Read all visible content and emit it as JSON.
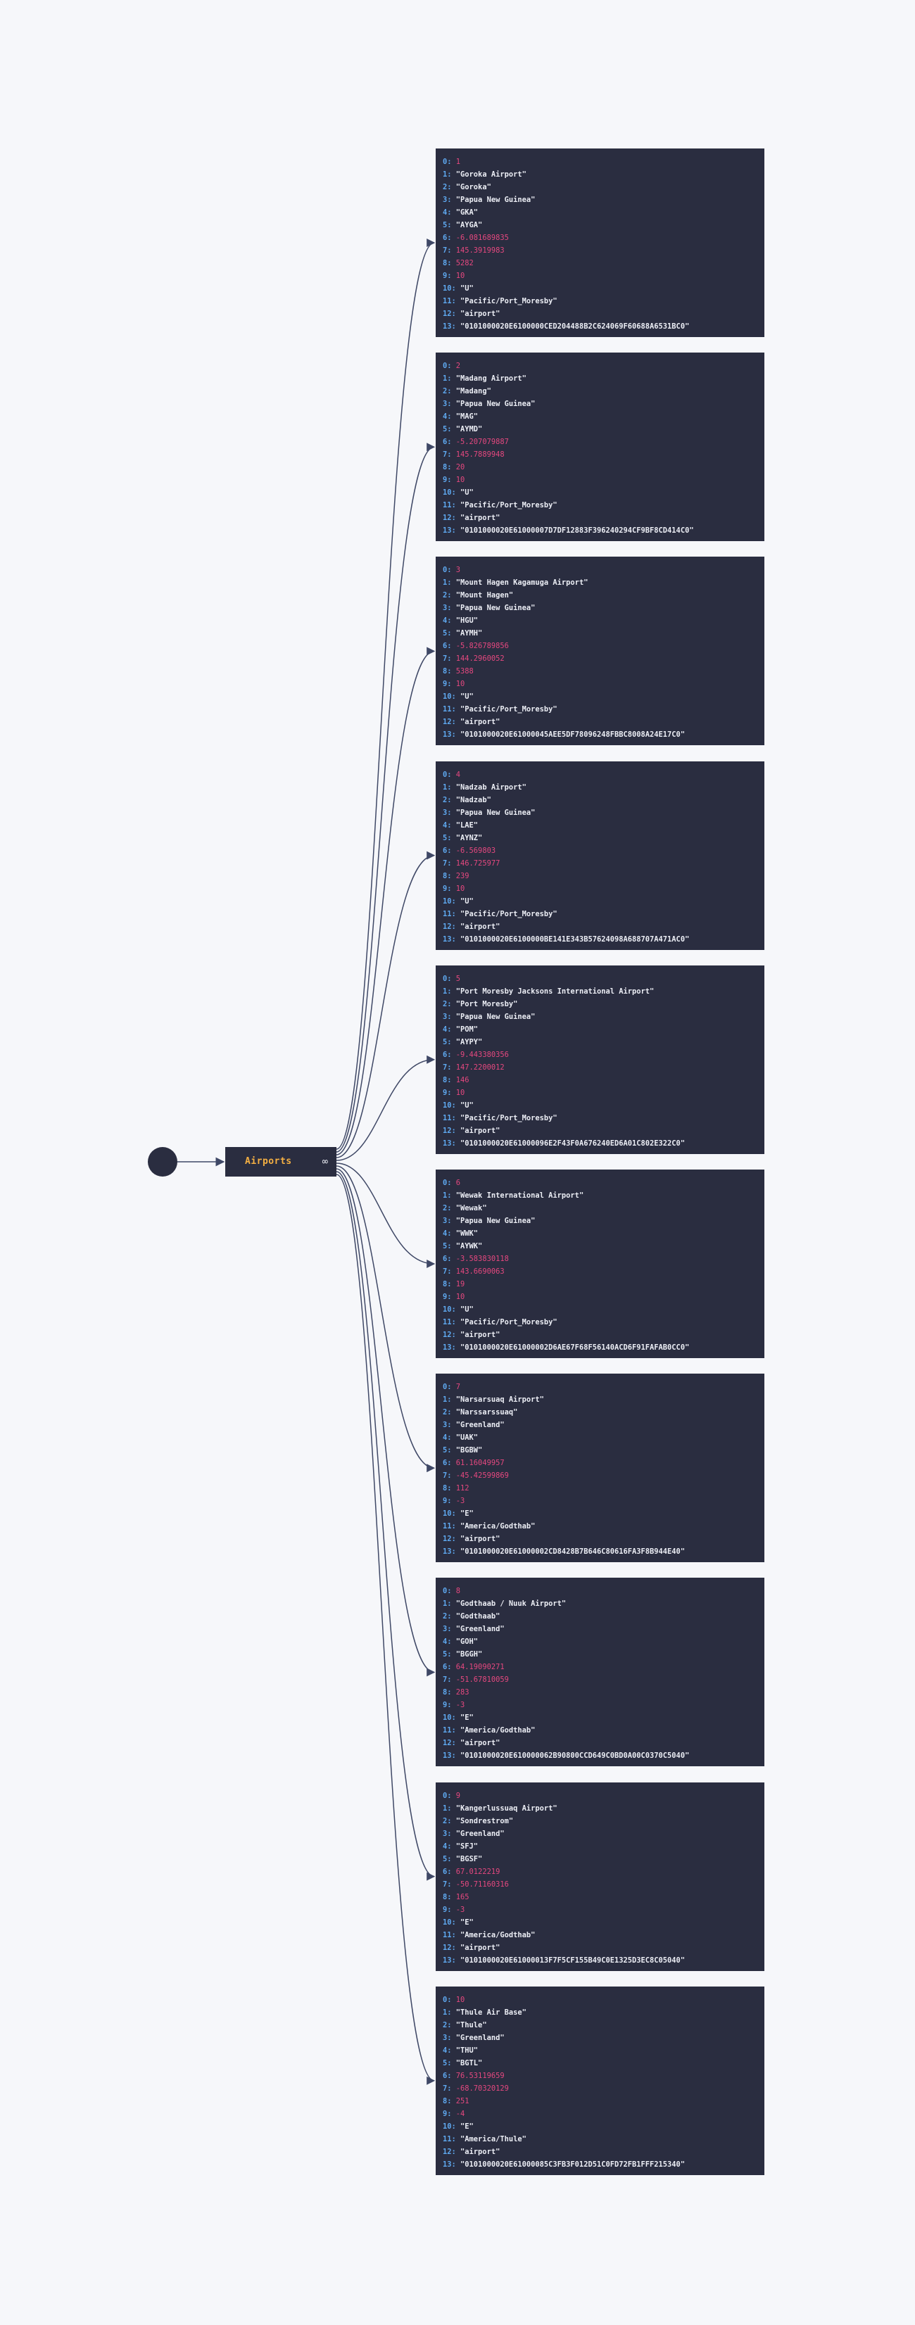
{
  "root_node": {
    "label": "Airports",
    "icon": "infinity-icon",
    "icon_glyph": "∞"
  },
  "colors": {
    "background": "#f6f7fa",
    "node": "#2a2d40",
    "edge": "#3f4866",
    "table_label": "#f5b043",
    "key": "#5fa9f0",
    "string": "#eceef5",
    "number": "#e5487f"
  },
  "records": [
    {
      "rows": [
        {
          "k": "0",
          "v": "1",
          "t": "num"
        },
        {
          "k": "1",
          "v": "\"Goroka Airport\"",
          "t": "str"
        },
        {
          "k": "2",
          "v": "\"Goroka\"",
          "t": "str"
        },
        {
          "k": "3",
          "v": "\"Papua New Guinea\"",
          "t": "str"
        },
        {
          "k": "4",
          "v": "\"GKA\"",
          "t": "str"
        },
        {
          "k": "5",
          "v": "\"AYGA\"",
          "t": "str"
        },
        {
          "k": "6",
          "v": "-6.081689835",
          "t": "num"
        },
        {
          "k": "7",
          "v": "145.3919983",
          "t": "num"
        },
        {
          "k": "8",
          "v": "5282",
          "t": "num"
        },
        {
          "k": "9",
          "v": "10",
          "t": "num"
        },
        {
          "k": "10",
          "v": "\"U\"",
          "t": "str"
        },
        {
          "k": "11",
          "v": "\"Pacific/Port_Moresby\"",
          "t": "str"
        },
        {
          "k": "12",
          "v": "\"airport\"",
          "t": "str"
        },
        {
          "k": "13",
          "v": "\"0101000020E6100000CED204488B2C624069F60688A6531BC0\"",
          "t": "str"
        }
      ]
    },
    {
      "rows": [
        {
          "k": "0",
          "v": "2",
          "t": "num"
        },
        {
          "k": "1",
          "v": "\"Madang Airport\"",
          "t": "str"
        },
        {
          "k": "2",
          "v": "\"Madang\"",
          "t": "str"
        },
        {
          "k": "3",
          "v": "\"Papua New Guinea\"",
          "t": "str"
        },
        {
          "k": "4",
          "v": "\"MAG\"",
          "t": "str"
        },
        {
          "k": "5",
          "v": "\"AYMD\"",
          "t": "str"
        },
        {
          "k": "6",
          "v": "-5.207079887",
          "t": "num"
        },
        {
          "k": "7",
          "v": "145.7889948",
          "t": "num"
        },
        {
          "k": "8",
          "v": "20",
          "t": "num"
        },
        {
          "k": "9",
          "v": "10",
          "t": "num"
        },
        {
          "k": "10",
          "v": "\"U\"",
          "t": "str"
        },
        {
          "k": "11",
          "v": "\"Pacific/Port_Moresby\"",
          "t": "str"
        },
        {
          "k": "12",
          "v": "\"airport\"",
          "t": "str"
        },
        {
          "k": "13",
          "v": "\"0101000020E61000007D7DF12883F396240294CF9BF8CD414C0\"",
          "t": "str"
        }
      ]
    },
    {
      "rows": [
        {
          "k": "0",
          "v": "3",
          "t": "num"
        },
        {
          "k": "1",
          "v": "\"Mount Hagen Kagamuga Airport\"",
          "t": "str"
        },
        {
          "k": "2",
          "v": "\"Mount Hagen\"",
          "t": "str"
        },
        {
          "k": "3",
          "v": "\"Papua New Guinea\"",
          "t": "str"
        },
        {
          "k": "4",
          "v": "\"HGU\"",
          "t": "str"
        },
        {
          "k": "5",
          "v": "\"AYMH\"",
          "t": "str"
        },
        {
          "k": "6",
          "v": "-5.826789856",
          "t": "num"
        },
        {
          "k": "7",
          "v": "144.2960052",
          "t": "num"
        },
        {
          "k": "8",
          "v": "5388",
          "t": "num"
        },
        {
          "k": "9",
          "v": "10",
          "t": "num"
        },
        {
          "k": "10",
          "v": "\"U\"",
          "t": "str"
        },
        {
          "k": "11",
          "v": "\"Pacific/Port_Moresby\"",
          "t": "str"
        },
        {
          "k": "12",
          "v": "\"airport\"",
          "t": "str"
        },
        {
          "k": "13",
          "v": "\"0101000020E61000045AEE5DF78096248FBBC8008A24E17C0\"",
          "t": "str"
        }
      ]
    },
    {
      "rows": [
        {
          "k": "0",
          "v": "4",
          "t": "num"
        },
        {
          "k": "1",
          "v": "\"Nadzab Airport\"",
          "t": "str"
        },
        {
          "k": "2",
          "v": "\"Nadzab\"",
          "t": "str"
        },
        {
          "k": "3",
          "v": "\"Papua New Guinea\"",
          "t": "str"
        },
        {
          "k": "4",
          "v": "\"LAE\"",
          "t": "str"
        },
        {
          "k": "5",
          "v": "\"AYNZ\"",
          "t": "str"
        },
        {
          "k": "6",
          "v": "-6.569803",
          "t": "num"
        },
        {
          "k": "7",
          "v": "146.725977",
          "t": "num"
        },
        {
          "k": "8",
          "v": "239",
          "t": "num"
        },
        {
          "k": "9",
          "v": "10",
          "t": "num"
        },
        {
          "k": "10",
          "v": "\"U\"",
          "t": "str"
        },
        {
          "k": "11",
          "v": "\"Pacific/Port_Moresby\"",
          "t": "str"
        },
        {
          "k": "12",
          "v": "\"airport\"",
          "t": "str"
        },
        {
          "k": "13",
          "v": "\"0101000020E6100000BE141E343B57624098A688707A471AC0\"",
          "t": "str"
        }
      ]
    },
    {
      "rows": [
        {
          "k": "0",
          "v": "5",
          "t": "num"
        },
        {
          "k": "1",
          "v": "\"Port Moresby Jacksons International Airport\"",
          "t": "str"
        },
        {
          "k": "2",
          "v": "\"Port Moresby\"",
          "t": "str"
        },
        {
          "k": "3",
          "v": "\"Papua New Guinea\"",
          "t": "str"
        },
        {
          "k": "4",
          "v": "\"POM\"",
          "t": "str"
        },
        {
          "k": "5",
          "v": "\"AYPY\"",
          "t": "str"
        },
        {
          "k": "6",
          "v": "-9.443380356",
          "t": "num"
        },
        {
          "k": "7",
          "v": "147.2200012",
          "t": "num"
        },
        {
          "k": "8",
          "v": "146",
          "t": "num"
        },
        {
          "k": "9",
          "v": "10",
          "t": "num"
        },
        {
          "k": "10",
          "v": "\"U\"",
          "t": "str"
        },
        {
          "k": "11",
          "v": "\"Pacific/Port_Moresby\"",
          "t": "str"
        },
        {
          "k": "12",
          "v": "\"airport\"",
          "t": "str"
        },
        {
          "k": "13",
          "v": "\"0101000020E61000096E2F43F0A676240ED6A01C802E322C0\"",
          "t": "str"
        }
      ]
    },
    {
      "rows": [
        {
          "k": "0",
          "v": "6",
          "t": "num"
        },
        {
          "k": "1",
          "v": "\"Wewak International Airport\"",
          "t": "str"
        },
        {
          "k": "2",
          "v": "\"Wewak\"",
          "t": "str"
        },
        {
          "k": "3",
          "v": "\"Papua New Guinea\"",
          "t": "str"
        },
        {
          "k": "4",
          "v": "\"WWK\"",
          "t": "str"
        },
        {
          "k": "5",
          "v": "\"AYWK\"",
          "t": "str"
        },
        {
          "k": "6",
          "v": "-3.583830118",
          "t": "num"
        },
        {
          "k": "7",
          "v": "143.6690063",
          "t": "num"
        },
        {
          "k": "8",
          "v": "19",
          "t": "num"
        },
        {
          "k": "9",
          "v": "10",
          "t": "num"
        },
        {
          "k": "10",
          "v": "\"U\"",
          "t": "str"
        },
        {
          "k": "11",
          "v": "\"Pacific/Port_Moresby\"",
          "t": "str"
        },
        {
          "k": "12",
          "v": "\"airport\"",
          "t": "str"
        },
        {
          "k": "13",
          "v": "\"0101000020E61000002D6AE67F68F56140ACD6F91FAFAB0CC0\"",
          "t": "str"
        }
      ]
    },
    {
      "rows": [
        {
          "k": "0",
          "v": "7",
          "t": "num"
        },
        {
          "k": "1",
          "v": "\"Narsarsuaq Airport\"",
          "t": "str"
        },
        {
          "k": "2",
          "v": "\"Narssarssuaq\"",
          "t": "str"
        },
        {
          "k": "3",
          "v": "\"Greenland\"",
          "t": "str"
        },
        {
          "k": "4",
          "v": "\"UAK\"",
          "t": "str"
        },
        {
          "k": "5",
          "v": "\"BGBW\"",
          "t": "str"
        },
        {
          "k": "6",
          "v": "61.16049957",
          "t": "num"
        },
        {
          "k": "7",
          "v": "-45.42599869",
          "t": "num"
        },
        {
          "k": "8",
          "v": "112",
          "t": "num"
        },
        {
          "k": "9",
          "v": "-3",
          "t": "num"
        },
        {
          "k": "10",
          "v": "\"E\"",
          "t": "str"
        },
        {
          "k": "11",
          "v": "\"America/Godthab\"",
          "t": "str"
        },
        {
          "k": "12",
          "v": "\"airport\"",
          "t": "str"
        },
        {
          "k": "13",
          "v": "\"0101000020E61000002CD8428B7B646C80616FA3F8B944E40\"",
          "t": "str"
        }
      ]
    },
    {
      "rows": [
        {
          "k": "0",
          "v": "8",
          "t": "num"
        },
        {
          "k": "1",
          "v": "\"Godthaab / Nuuk Airport\"",
          "t": "str"
        },
        {
          "k": "2",
          "v": "\"Godthaab\"",
          "t": "str"
        },
        {
          "k": "3",
          "v": "\"Greenland\"",
          "t": "str"
        },
        {
          "k": "4",
          "v": "\"GOH\"",
          "t": "str"
        },
        {
          "k": "5",
          "v": "\"BGGH\"",
          "t": "str"
        },
        {
          "k": "6",
          "v": "64.19090271",
          "t": "num"
        },
        {
          "k": "7",
          "v": "-51.67810059",
          "t": "num"
        },
        {
          "k": "8",
          "v": "283",
          "t": "num"
        },
        {
          "k": "9",
          "v": "-3",
          "t": "num"
        },
        {
          "k": "10",
          "v": "\"E\"",
          "t": "str"
        },
        {
          "k": "11",
          "v": "\"America/Godthab\"",
          "t": "str"
        },
        {
          "k": "12",
          "v": "\"airport\"",
          "t": "str"
        },
        {
          "k": "13",
          "v": "\"0101000020E610000062B90800CCD649C0BD0A00C0370C5040\"",
          "t": "str"
        }
      ]
    },
    {
      "rows": [
        {
          "k": "0",
          "v": "9",
          "t": "num"
        },
        {
          "k": "1",
          "v": "\"Kangerlussuaq Airport\"",
          "t": "str"
        },
        {
          "k": "2",
          "v": "\"Sondrestrom\"",
          "t": "str"
        },
        {
          "k": "3",
          "v": "\"Greenland\"",
          "t": "str"
        },
        {
          "k": "4",
          "v": "\"SFJ\"",
          "t": "str"
        },
        {
          "k": "5",
          "v": "\"BGSF\"",
          "t": "str"
        },
        {
          "k": "6",
          "v": "67.0122219",
          "t": "num"
        },
        {
          "k": "7",
          "v": "-50.71160316",
          "t": "num"
        },
        {
          "k": "8",
          "v": "165",
          "t": "num"
        },
        {
          "k": "9",
          "v": "-3",
          "t": "num"
        },
        {
          "k": "10",
          "v": "\"E\"",
          "t": "str"
        },
        {
          "k": "11",
          "v": "\"America/Godthab\"",
          "t": "str"
        },
        {
          "k": "12",
          "v": "\"airport\"",
          "t": "str"
        },
        {
          "k": "13",
          "v": "\"0101000020E61000013F7F5CF155B49C0E1325D3EC8C05040\"",
          "t": "str"
        }
      ]
    },
    {
      "rows": [
        {
          "k": "0",
          "v": "10",
          "t": "num"
        },
        {
          "k": "1",
          "v": "\"Thule Air Base\"",
          "t": "str"
        },
        {
          "k": "2",
          "v": "\"Thule\"",
          "t": "str"
        },
        {
          "k": "3",
          "v": "\"Greenland\"",
          "t": "str"
        },
        {
          "k": "4",
          "v": "\"THU\"",
          "t": "str"
        },
        {
          "k": "5",
          "v": "\"BGTL\"",
          "t": "str"
        },
        {
          "k": "6",
          "v": "76.53119659",
          "t": "num"
        },
        {
          "k": "7",
          "v": "-68.70320129",
          "t": "num"
        },
        {
          "k": "8",
          "v": "251",
          "t": "num"
        },
        {
          "k": "9",
          "v": "-4",
          "t": "num"
        },
        {
          "k": "10",
          "v": "\"E\"",
          "t": "str"
        },
        {
          "k": "11",
          "v": "\"America/Thule\"",
          "t": "str"
        },
        {
          "k": "12",
          "v": "\"airport\"",
          "t": "str"
        },
        {
          "k": "13",
          "v": "\"0101000020E61000085C3FB3F012D51C0FD72FB1FFF215340\"",
          "t": "str"
        }
      ]
    }
  ]
}
